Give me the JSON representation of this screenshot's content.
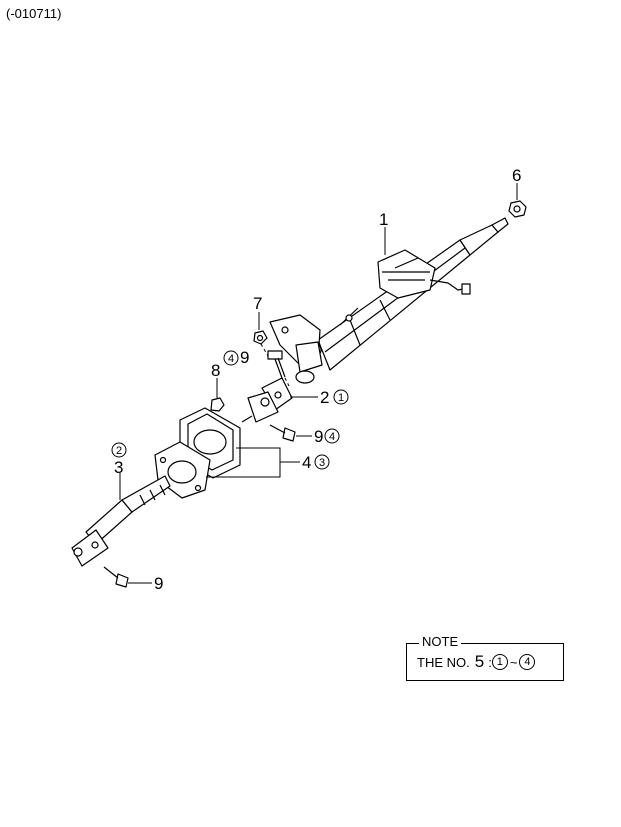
{
  "header": {
    "code": "(-010711)"
  },
  "labels": {
    "p1": "1",
    "p2": "2",
    "p2_ref": "1",
    "p3": "3",
    "p3_ref": "2",
    "p4": "4",
    "p4_ref": "3",
    "p6": "6",
    "p7": "7",
    "p8": "8",
    "p9_top": "9",
    "p9_top_ref": "4",
    "p9_mid": "9",
    "p9_mid_ref": "4",
    "p9_bottom": "9"
  },
  "note": {
    "title": "NOTE",
    "text": "THE NO.",
    "number": "5",
    "colon": ":",
    "range_start": "1",
    "tilde": "~",
    "range_end": "4"
  },
  "colors": {
    "line": "#000000",
    "background": "#ffffff"
  }
}
